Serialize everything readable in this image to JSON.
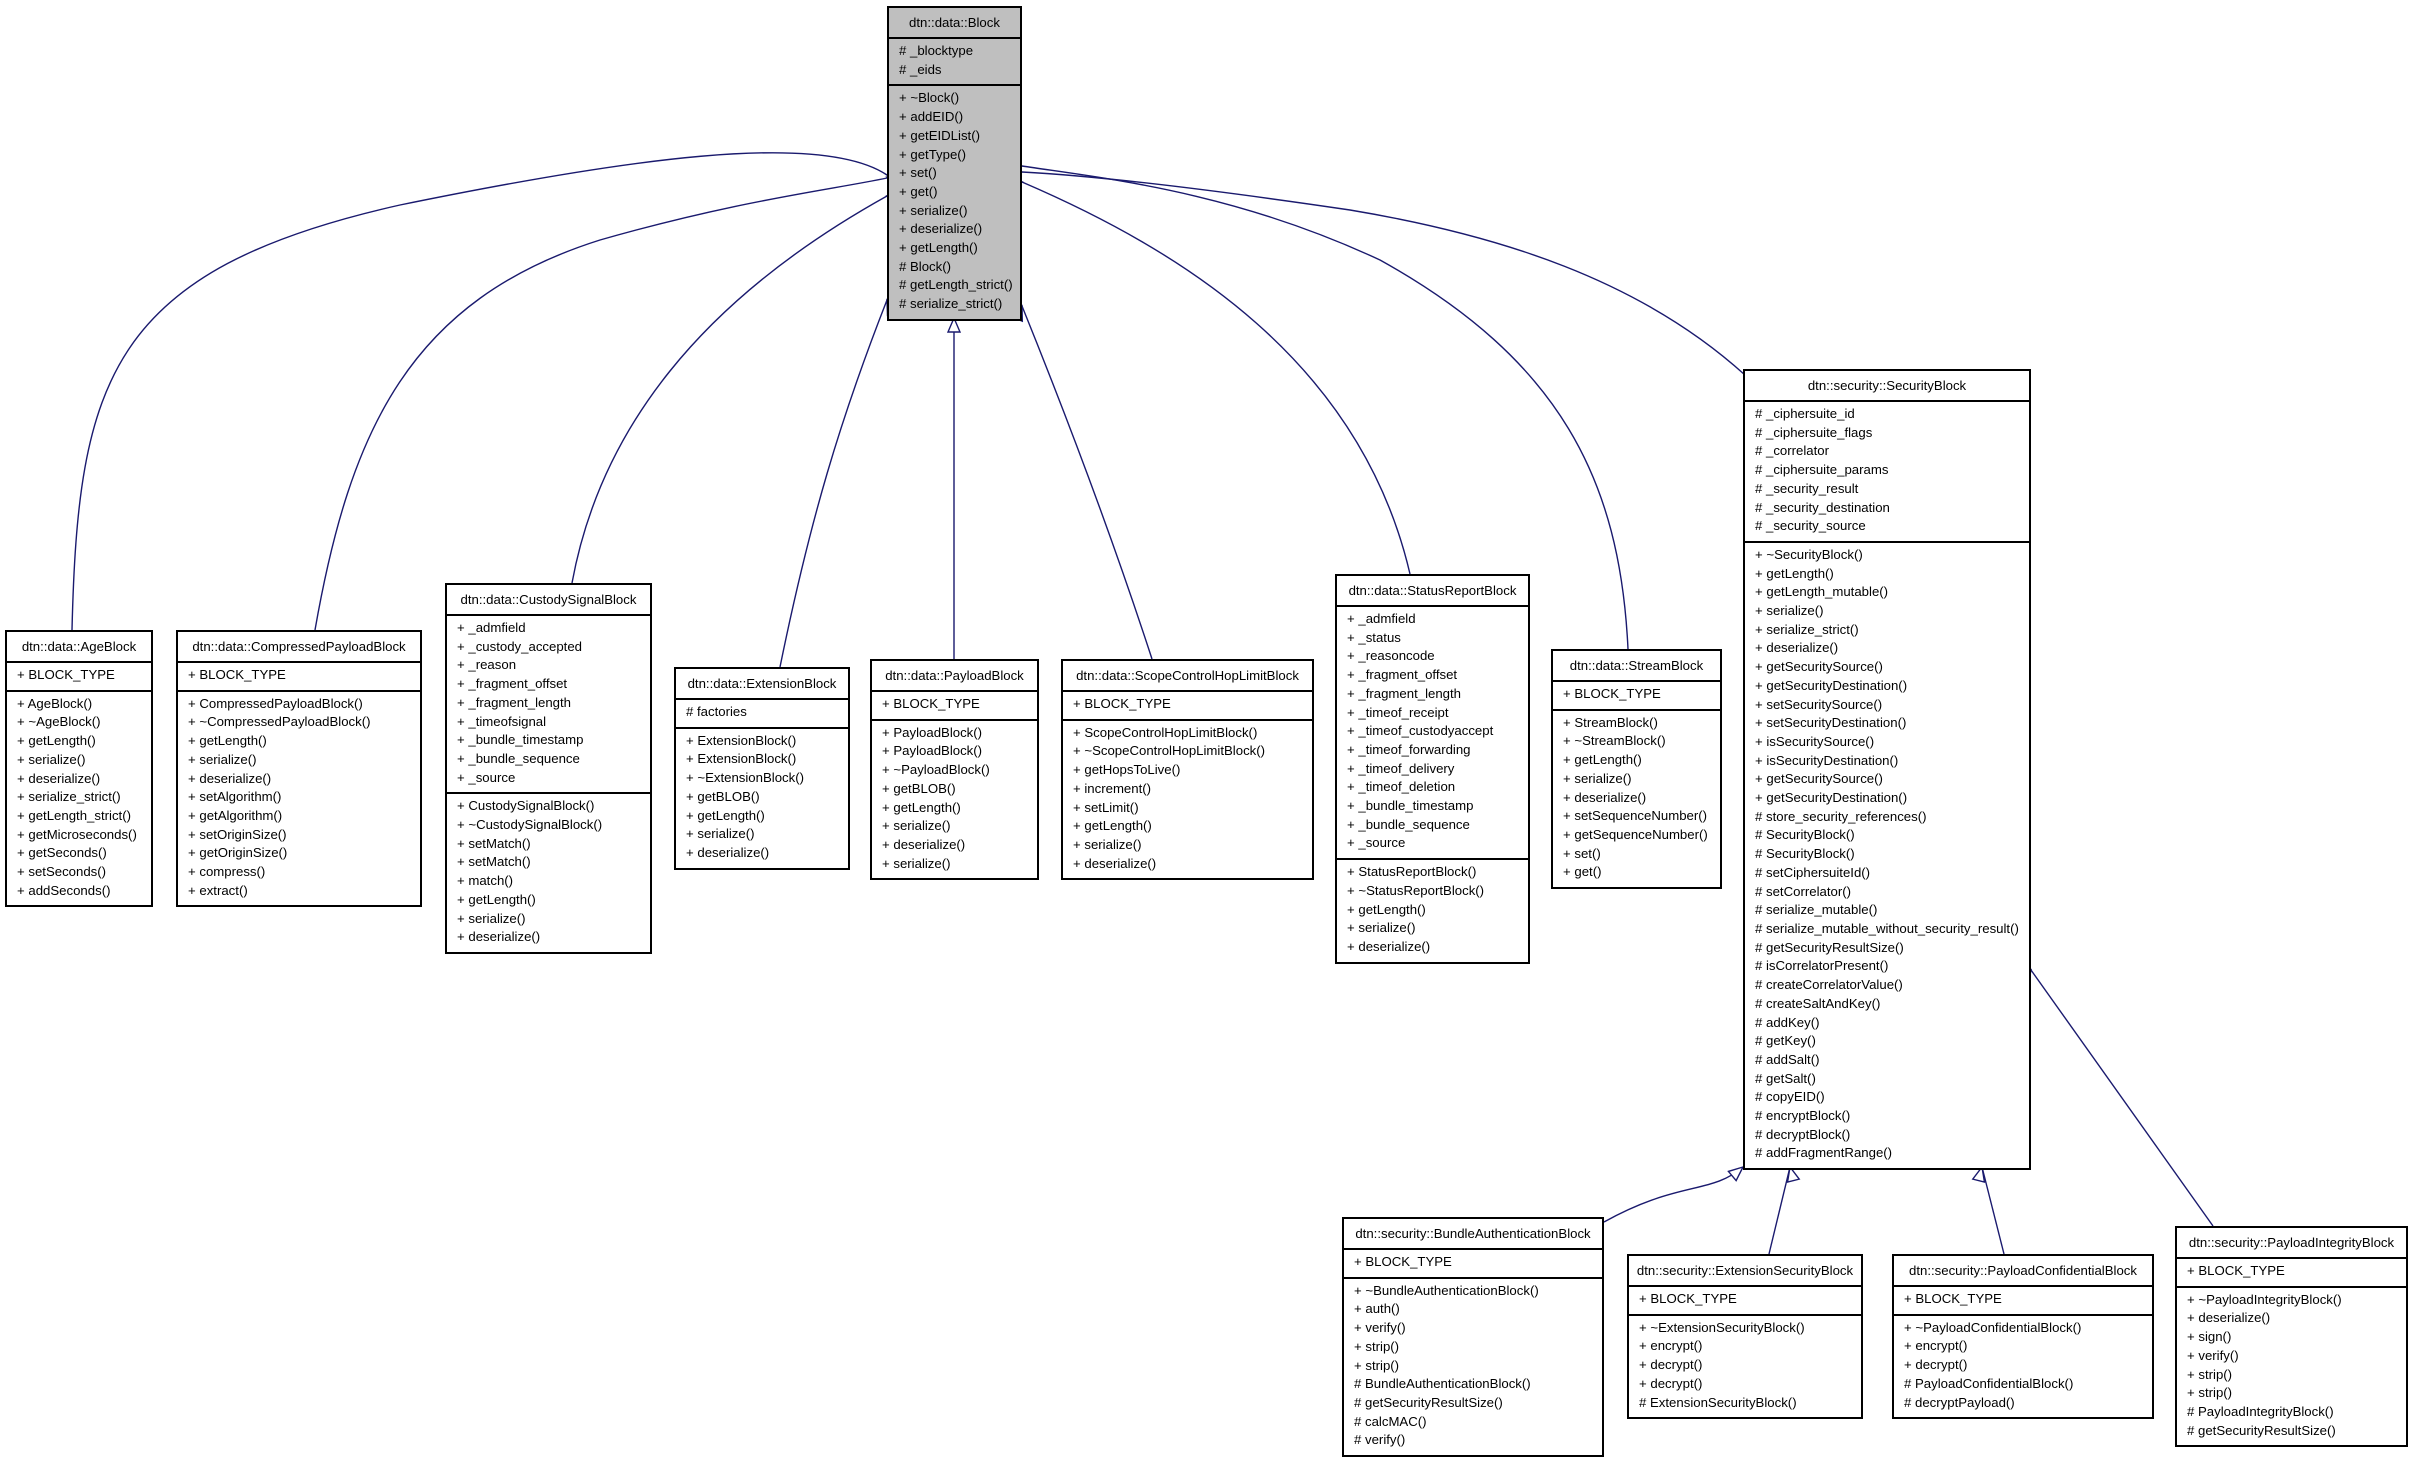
{
  "diagram": {
    "type": "class-inheritance",
    "edge_color": "#1a1a6e",
    "root_fill": "#bfbfbf",
    "classes": [
      {
        "id": "block",
        "name": "dtn::data::Block",
        "root": true,
        "attributes": [
          "# _blocktype",
          "# _eids"
        ],
        "methods": [
          "+ ~Block()",
          "+ addEID()",
          "+ getEIDList()",
          "+ getType()",
          "+ set()",
          "+ get()",
          "+ serialize()",
          "+ deserialize()",
          "+ getLength()",
          "# Block()",
          "# getLength_strict()",
          "# serialize_strict()"
        ]
      },
      {
        "id": "age",
        "name": "dtn::data::AgeBlock",
        "parent": "block",
        "attributes": [
          "+ BLOCK_TYPE"
        ],
        "methods": [
          "+ AgeBlock()",
          "+ ~AgeBlock()",
          "+ getLength()",
          "+ serialize()",
          "+ deserialize()",
          "+ serialize_strict()",
          "+ getLength_strict()",
          "+ getMicroseconds()",
          "+ getSeconds()",
          "+ setSeconds()",
          "+ addSeconds()"
        ]
      },
      {
        "id": "compressed",
        "name": "dtn::data::CompressedPayloadBlock",
        "parent": "block",
        "attributes": [
          "+ BLOCK_TYPE"
        ],
        "methods": [
          "+ CompressedPayloadBlock()",
          "+ ~CompressedPayloadBlock()",
          "+ getLength()",
          "+ serialize()",
          "+ deserialize()",
          "+ setAlgorithm()",
          "+ getAlgorithm()",
          "+ setOriginSize()",
          "+ getOriginSize()",
          "+ compress()",
          "+ extract()"
        ]
      },
      {
        "id": "custody",
        "name": "dtn::data::CustodySignalBlock",
        "parent": "block",
        "attributes": [
          "+ _admfield",
          "+ _custody_accepted",
          "+ _reason",
          "+ _fragment_offset",
          "+ _fragment_length",
          "+ _timeofsignal",
          "+ _bundle_timestamp",
          "+ _bundle_sequence",
          "+ _source"
        ],
        "methods": [
          "+ CustodySignalBlock()",
          "+ ~CustodySignalBlock()",
          "+ setMatch()",
          "+ setMatch()",
          "+ match()",
          "+ getLength()",
          "+ serialize()",
          "+ deserialize()"
        ]
      },
      {
        "id": "extension",
        "name": "dtn::data::ExtensionBlock",
        "parent": "block",
        "attributes": [
          "# factories"
        ],
        "methods": [
          "+ ExtensionBlock()",
          "+ ExtensionBlock()",
          "+ ~ExtensionBlock()",
          "+ getBLOB()",
          "+ getLength()",
          "+ serialize()",
          "+ deserialize()"
        ]
      },
      {
        "id": "payload",
        "name": "dtn::data::PayloadBlock",
        "parent": "block",
        "attributes": [
          "+ BLOCK_TYPE"
        ],
        "methods": [
          "+ PayloadBlock()",
          "+ PayloadBlock()",
          "+ ~PayloadBlock()",
          "+ getBLOB()",
          "+ getLength()",
          "+ serialize()",
          "+ deserialize()",
          "+ serialize()"
        ]
      },
      {
        "id": "scope",
        "name": "dtn::data::ScopeControlHopLimitBlock",
        "parent": "block",
        "attributes": [
          "+ BLOCK_TYPE"
        ],
        "methods": [
          "+ ScopeControlHopLimitBlock()",
          "+ ~ScopeControlHopLimitBlock()",
          "+ getHopsToLive()",
          "+ increment()",
          "+ setLimit()",
          "+ getLength()",
          "+ serialize()",
          "+ deserialize()"
        ]
      },
      {
        "id": "status",
        "name": "dtn::data::StatusReportBlock",
        "parent": "block",
        "attributes": [
          "+ _admfield",
          "+ _status",
          "+ _reasoncode",
          "+ _fragment_offset",
          "+ _fragment_length",
          "+ _timeof_receipt",
          "+ _timeof_custodyaccept",
          "+ _timeof_forwarding",
          "+ _timeof_delivery",
          "+ _timeof_deletion",
          "+ _bundle_timestamp",
          "+ _bundle_sequence",
          "+ _source"
        ],
        "methods": [
          "+ StatusReportBlock()",
          "+ ~StatusReportBlock()",
          "+ getLength()",
          "+ serialize()",
          "+ deserialize()"
        ]
      },
      {
        "id": "stream",
        "name": "dtn::data::StreamBlock",
        "parent": "block",
        "attributes": [
          "+ BLOCK_TYPE"
        ],
        "methods": [
          "+ StreamBlock()",
          "+ ~StreamBlock()",
          "+ getLength()",
          "+ serialize()",
          "+ deserialize()",
          "+ setSequenceNumber()",
          "+ getSequenceNumber()",
          "+ set()",
          "+ get()"
        ]
      },
      {
        "id": "security",
        "name": "dtn::security::SecurityBlock",
        "parent": "block",
        "attributes": [
          "# _ciphersuite_id",
          "# _ciphersuite_flags",
          "# _correlator",
          "# _ciphersuite_params",
          "# _security_result",
          "# _security_destination",
          "# _security_source"
        ],
        "methods": [
          "+ ~SecurityBlock()",
          "+ getLength()",
          "+ getLength_mutable()",
          "+ serialize()",
          "+ serialize_strict()",
          "+ deserialize()",
          "+ getSecuritySource()",
          "+ getSecurityDestination()",
          "+ setSecuritySource()",
          "+ setSecurityDestination()",
          "+ isSecuritySource()",
          "+ isSecurityDestination()",
          "+ getSecuritySource()",
          "+ getSecurityDestination()",
          "# store_security_references()",
          "# SecurityBlock()",
          "# SecurityBlock()",
          "# setCiphersuiteId()",
          "# setCorrelator()",
          "# serialize_mutable()",
          "# serialize_mutable_without_security_result()",
          "# getSecurityResultSize()",
          "# isCorrelatorPresent()",
          "# createCorrelatorValue()",
          "# createSaltAndKey()",
          "# addKey()",
          "# getKey()",
          "# addSalt()",
          "# getSalt()",
          "# copyEID()",
          "# encryptBlock()",
          "# decryptBlock()",
          "# addFragmentRange()"
        ]
      },
      {
        "id": "bab",
        "name": "dtn::security::BundleAuthenticationBlock",
        "parent": "security",
        "attributes": [
          "+ BLOCK_TYPE"
        ],
        "methods": [
          "+ ~BundleAuthenticationBlock()",
          "+ auth()",
          "+ verify()",
          "+ strip()",
          "+ strip()",
          "# BundleAuthenticationBlock()",
          "# getSecurityResultSize()",
          "# calcMAC()",
          "# verify()"
        ]
      },
      {
        "id": "esb",
        "name": "dtn::security::ExtensionSecurityBlock",
        "parent": "security",
        "attributes": [
          "+ BLOCK_TYPE"
        ],
        "methods": [
          "+ ~ExtensionSecurityBlock()",
          "+ encrypt()",
          "+ decrypt()",
          "+ decrypt()",
          "# ExtensionSecurityBlock()"
        ]
      },
      {
        "id": "pcb",
        "name": "dtn::security::PayloadConfidentialBlock",
        "parent": "security",
        "attributes": [
          "+ BLOCK_TYPE"
        ],
        "methods": [
          "+ ~PayloadConfidentialBlock()",
          "+ encrypt()",
          "+ decrypt()",
          "# PayloadConfidentialBlock()",
          "# decryptPayload()"
        ]
      },
      {
        "id": "pib",
        "name": "dtn::security::PayloadIntegrityBlock",
        "parent": "security",
        "attributes": [
          "+ BLOCK_TYPE"
        ],
        "methods": [
          "+ ~PayloadIntegrityBlock()",
          "+ deserialize()",
          "+ sign()",
          "+ verify()",
          "+ strip()",
          "+ strip()",
          "# PayloadIntegrityBlock()",
          "# getSecurityResultSize()"
        ]
      }
    ]
  }
}
